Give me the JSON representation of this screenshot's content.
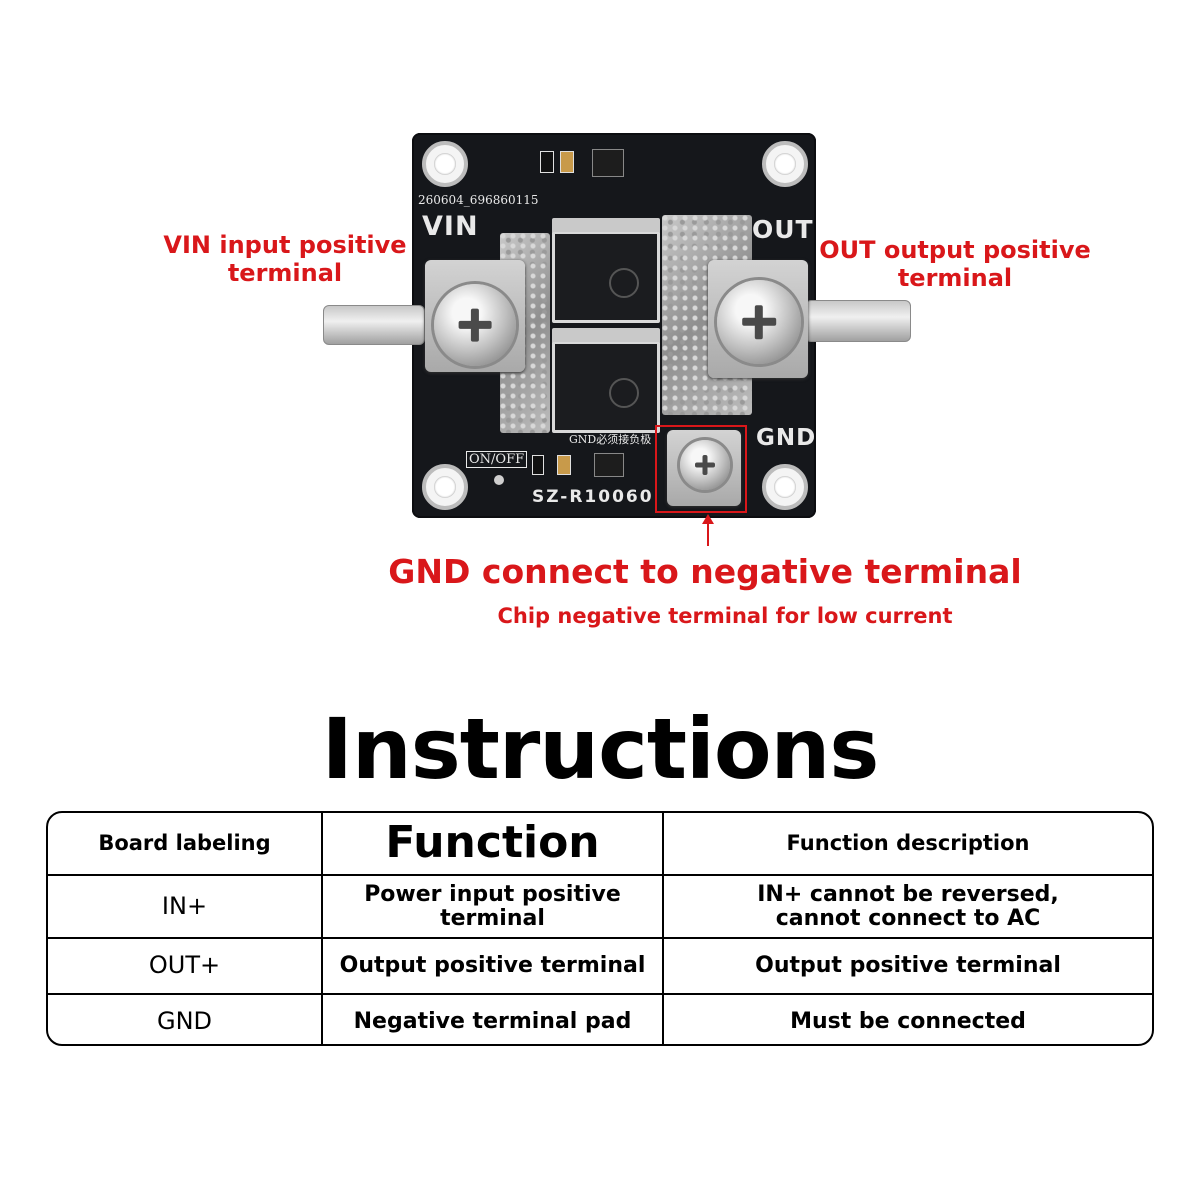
{
  "board": {
    "serial": "260604_696860115",
    "vin_label": "VIN",
    "out_label": "OUT",
    "gnd_label": "GND",
    "gnd_note": "GND必须接负极",
    "switch_label": "ON/OFF",
    "model": "SZ-R10060"
  },
  "annotations": {
    "vin_line1": "VIN input positive",
    "vin_line2": "terminal",
    "out_line1": "OUT output positive",
    "out_line2": "terminal",
    "gnd_title": "GND connect to negative terminal",
    "gnd_sub": "Chip negative terminal for low current"
  },
  "instructions": {
    "title": "Instructions",
    "headers": [
      "Board labeling",
      "Function",
      "Function description"
    ],
    "rows": [
      {
        "label": "IN+",
        "function": "Power input positive terminal",
        "description": "IN+ cannot be reversed, cannot connect to AC"
      },
      {
        "label": "OUT+",
        "function": "Output positive terminal",
        "description": "Output positive terminal"
      },
      {
        "label": "GND",
        "function": "Negative terminal pad",
        "description": "Must be connected"
      }
    ]
  },
  "colors": {
    "annotation_red": "#d9171a",
    "pcb_black": "#15171b",
    "text": "#000000"
  }
}
